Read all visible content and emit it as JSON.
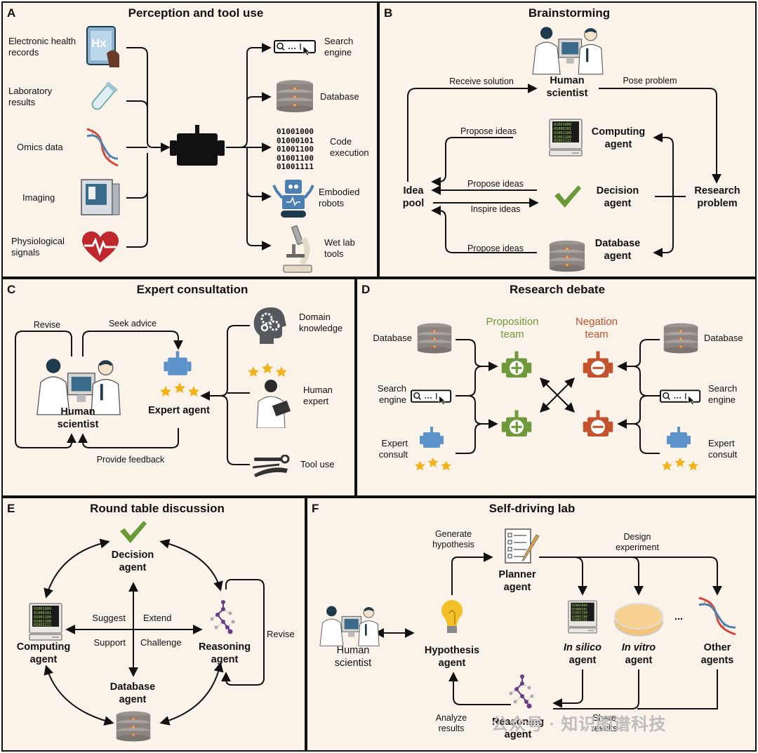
{
  "panels": {
    "a": {
      "letter": "A",
      "title": "Perception and tool use",
      "inputs": [
        "Electronic health records",
        "Laboratory results",
        "Omics data",
        "Imaging",
        "Physiological signals"
      ],
      "tools": [
        "Search engine",
        "Database",
        "Code execution",
        "Embodied robots",
        "Wet lab tools"
      ],
      "binary": "01001000\n01000101\n01001100\n01001100\n01001111",
      "ehr_icon_text": "Hx"
    },
    "b": {
      "letter": "B",
      "title": "Brainstorming",
      "human": "Human scientist",
      "computing": "Computing agent",
      "decision": "Decision agent",
      "database": "Database agent",
      "research": "Research problem",
      "pool": "Idea pool",
      "receive": "Receive solution",
      "pose": "Pose problem",
      "propose1": "Propose ideas",
      "propose2": "Propose ideas",
      "inspire": "Inspire ideas",
      "propose3": "Propose ideas"
    },
    "c": {
      "letter": "C",
      "title": "Expert consultation",
      "revise": "Revise",
      "seek": "Seek advice",
      "human": "Human scientist",
      "expert": "Expert agent",
      "feedback": "Provide feedback",
      "domain": "Domain knowledge",
      "hexpert": "Human expert",
      "tool": "Tool use"
    },
    "d": {
      "letter": "D",
      "title": "Research debate",
      "prop": "Proposition team",
      "neg": "Negation team",
      "db_l": "Database",
      "db_r": "Database",
      "search_l": "Search engine",
      "search_r": "Search engine",
      "expert_l": "Expert consult",
      "expert_r": "Expert consult"
    },
    "e": {
      "letter": "E",
      "title": "Round table discussion",
      "decision": "Decision agent",
      "computing": "Computing agent",
      "reasoning": "Reasoning agent",
      "database": "Database agent",
      "suggest": "Suggest",
      "extend": "Extend",
      "support": "Support",
      "challenge": "Challenge",
      "revise": "Revise"
    },
    "f": {
      "letter": "F",
      "title": "Self-driving lab",
      "human": "Human scientist",
      "hypothesis": "Hypothesis agent",
      "planner": "Planner agent",
      "generate": "Generate hypothesis",
      "design": "Design experiment",
      "silico_em": "In silico",
      "vitro_em": "In vitro",
      "agent_word": "agent",
      "other": "Other agents",
      "dots": "...",
      "reasoning": "Reasoning agent",
      "analyze": "Analyze results",
      "share": "Share results"
    }
  },
  "watermark": "公众号 · 知识图谱科技",
  "colors": {
    "panel_bg": "#fbf3ea",
    "green": "#6f9a3b",
    "red": "#c4522d",
    "blue": "#5b92c9",
    "star": "#f3b21a",
    "check": "#6a9a37",
    "purple": "#6a3b86"
  }
}
